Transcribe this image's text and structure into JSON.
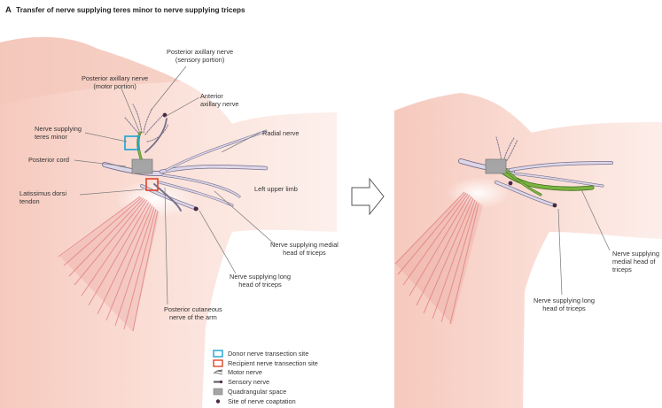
{
  "title": {
    "letter": "A",
    "text": "Transfer of nerve supplying teres minor to nerve supplying triceps"
  },
  "labels_left": {
    "posterior_axillary_motor": [
      "Posterior axillary nerve",
      "(motor portion)"
    ],
    "posterior_axillary_sensory": [
      "Posterior axillary nerve",
      "(sensory portion)"
    ],
    "anterior_axillary": [
      "Anterior",
      "axillary nerve"
    ],
    "nerve_teres_minor": [
      "Nerve supplying",
      "teres minor"
    ],
    "radial_nerve": "Radial nerve",
    "posterior_cord": "Posterior cord",
    "left_upper_limb": "Left upper limb",
    "latissimus_dorsi": [
      "Latissimus dorsi",
      "tendon"
    ],
    "medial_head": [
      "Nerve supplying medial",
      "head of triceps"
    ],
    "long_head": [
      "Nerve supplying long",
      "head of triceps"
    ],
    "posterior_cutaneous": [
      "Posterior cutaneous",
      "nerve of the arm"
    ]
  },
  "labels_right": {
    "medial_head": [
      "Nerve supplying",
      "medial head of",
      "triceps"
    ],
    "long_head": [
      "Nerve supplying long",
      "head of triceps"
    ]
  },
  "legend": [
    {
      "icon": "donor-site-icon",
      "label": "Donor nerve transection site"
    },
    {
      "icon": "recipient-site-icon",
      "label": "Recipient nerve transection site"
    },
    {
      "icon": "motor-nerve-icon",
      "label": "Motor nerve"
    },
    {
      "icon": "sensory-nerve-icon",
      "label": "Sensory nerve"
    },
    {
      "icon": "quadrangular-space-icon",
      "label": "Quadrangular space"
    },
    {
      "icon": "coaptation-site-icon",
      "label": "Site of nerve coaptation"
    }
  ],
  "colors": {
    "skin": "#f9dcd4",
    "skin_dark": "#f2c2b6",
    "nerve": "#dcd6e8",
    "nerve_edge": "#77708c",
    "graft_green": "#7cb342",
    "donor_blue": "#1aa3d4",
    "recipient_red": "#e0452b",
    "quad_grey": "#a5a5a5",
    "muscle_red": "#e07b7b",
    "coaptation": "#4a2845"
  }
}
